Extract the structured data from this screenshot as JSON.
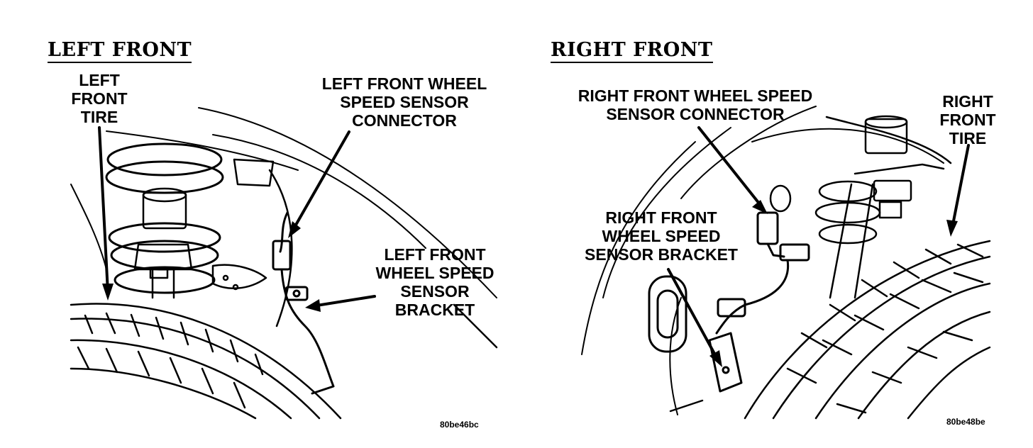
{
  "left_panel": {
    "title": "LEFT FRONT",
    "labels": {
      "tire": [
        "LEFT",
        "FRONT",
        "TIRE"
      ],
      "connector": [
        "LEFT FRONT WHEEL",
        "SPEED SENSOR",
        "CONNECTOR"
      ],
      "bracket": [
        "LEFT FRONT",
        "WHEEL SPEED",
        "SENSOR",
        "BRACKET"
      ]
    },
    "figure_code": "80be46bc"
  },
  "right_panel": {
    "title": "RIGHT FRONT",
    "labels": {
      "connector": [
        "RIGHT FRONT WHEEL SPEED",
        "SENSOR CONNECTOR"
      ],
      "tire": [
        "RIGHT",
        "FRONT",
        "TIRE"
      ],
      "bracket": [
        "RIGHT FRONT",
        "WHEEL SPEED",
        "SENSOR BRACKET"
      ]
    },
    "figure_code": "80be48be"
  }
}
